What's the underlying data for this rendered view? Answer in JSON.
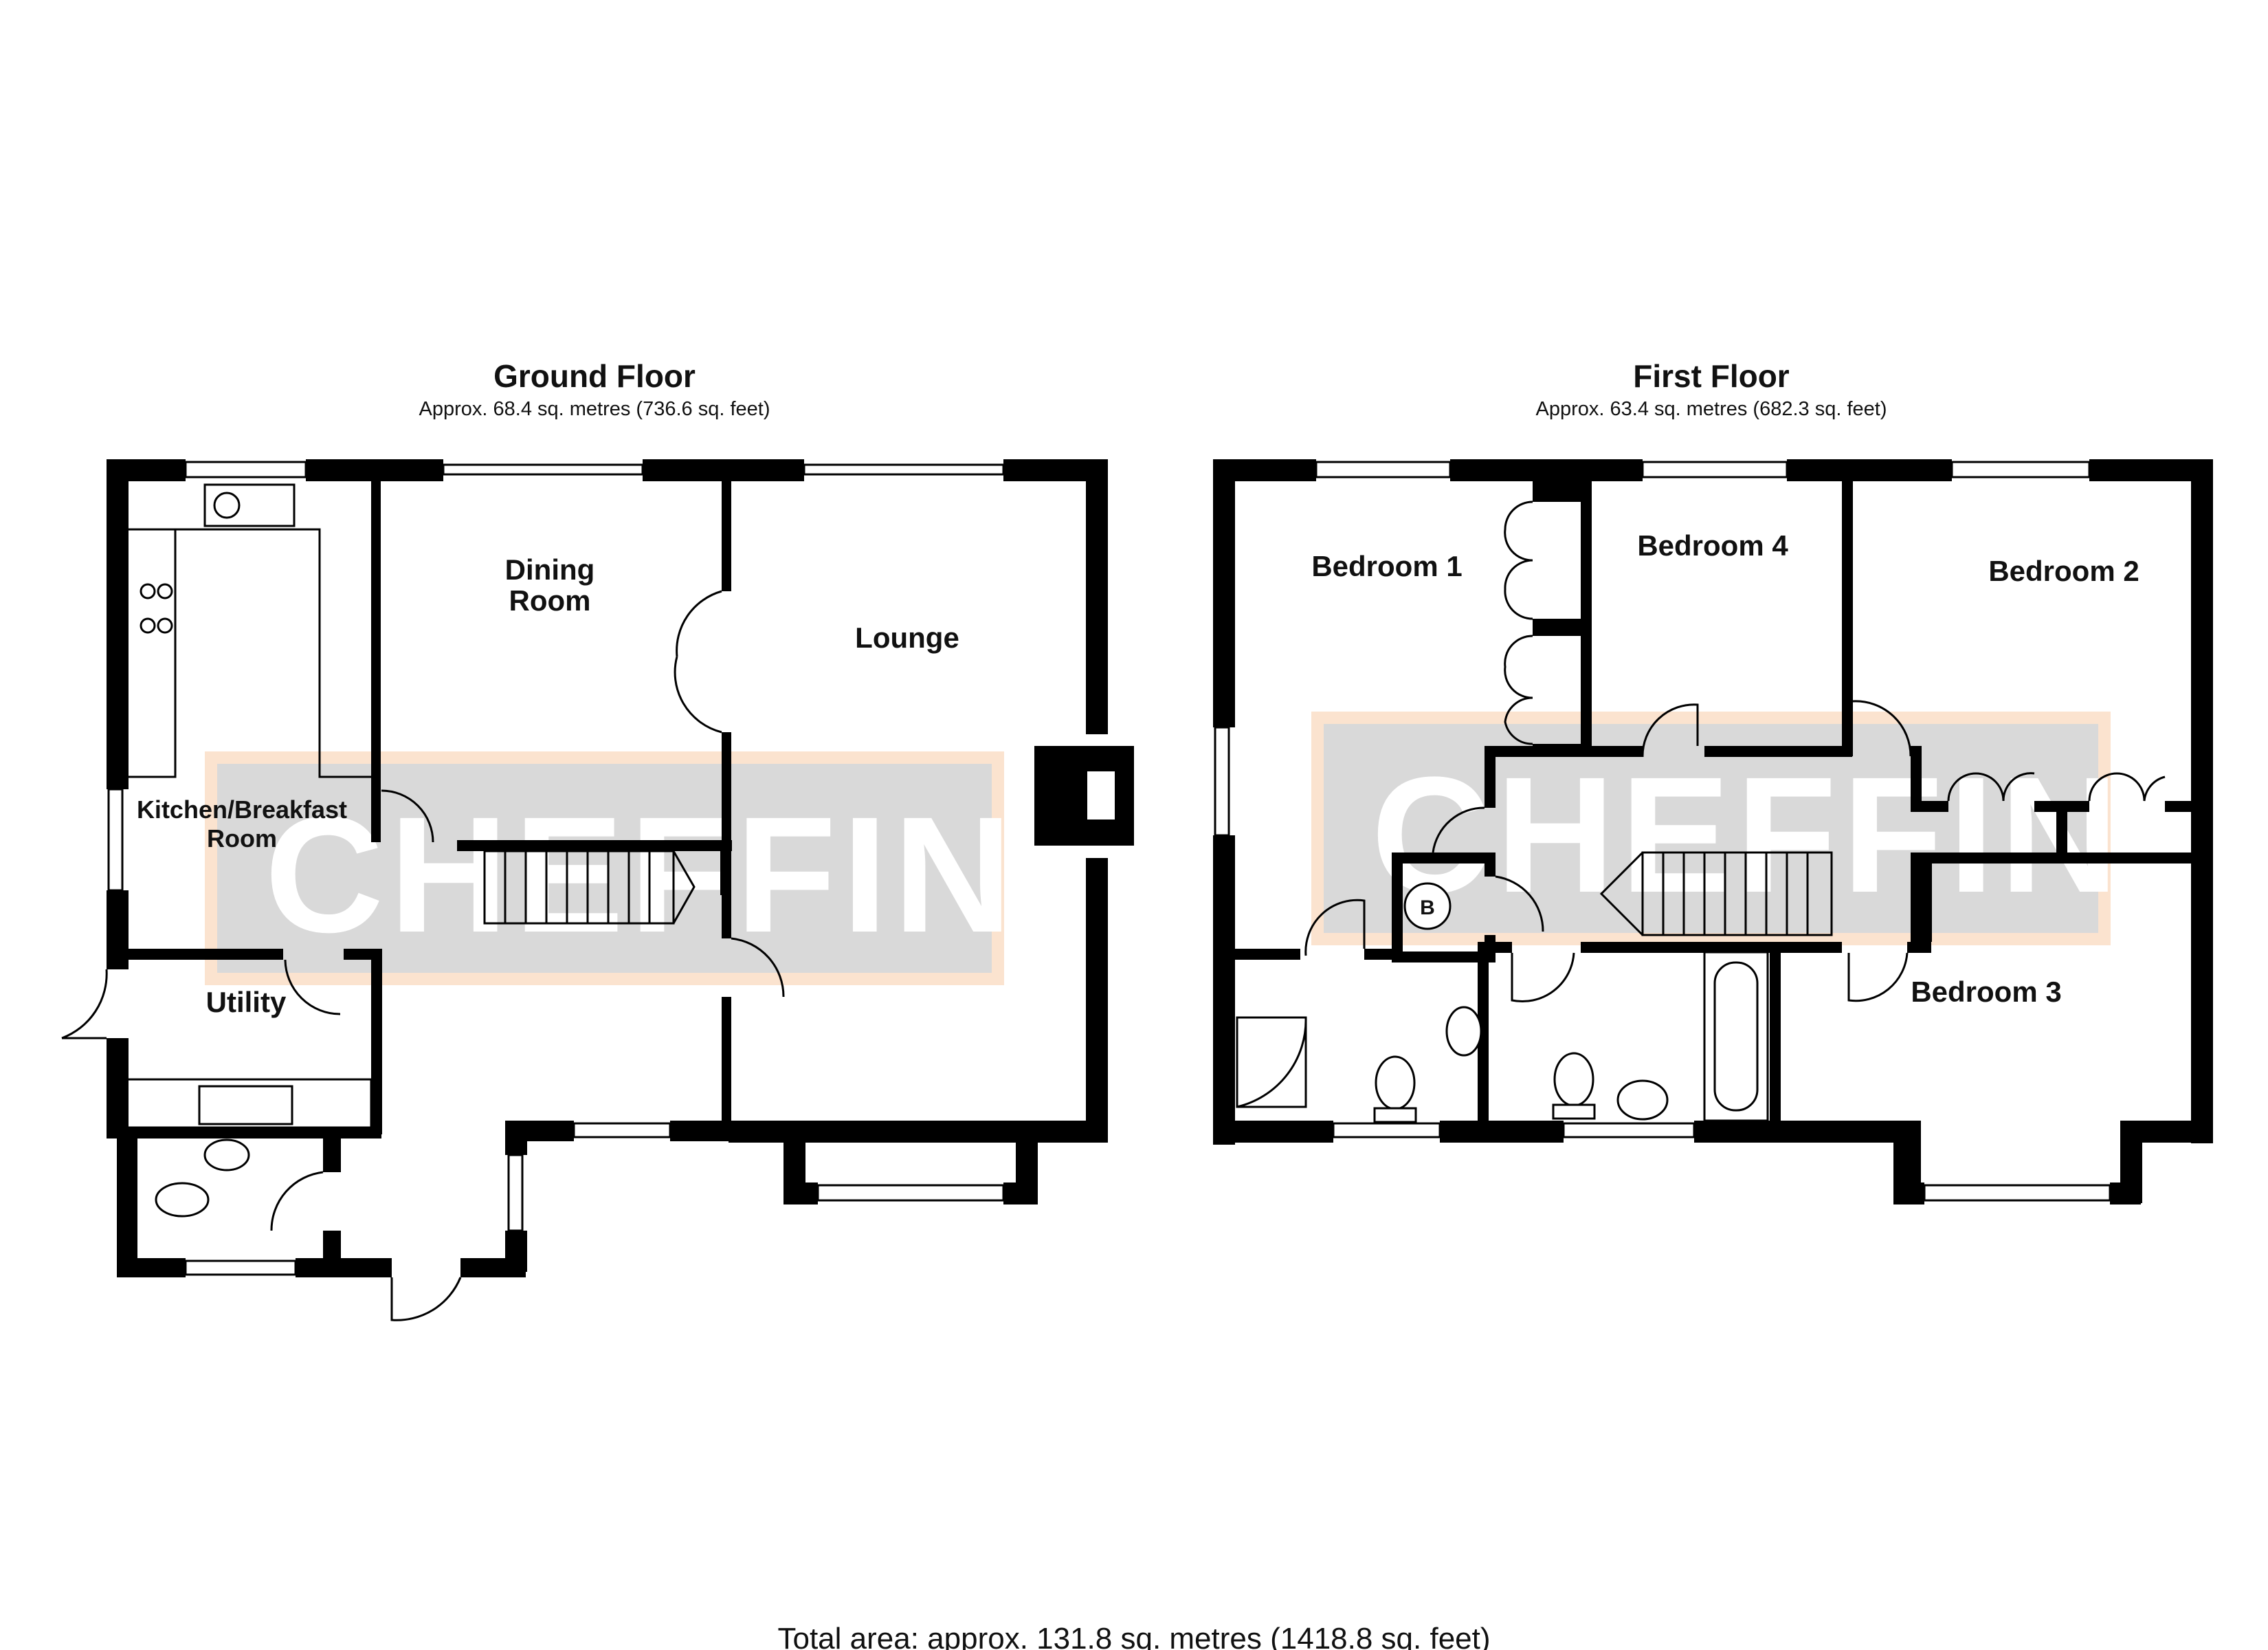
{
  "ground_floor": {
    "title": "Ground Floor",
    "area": "Approx. 68.4 sq. metres (736.6 sq. feet)",
    "rooms": {
      "kitchen_line1": "Kitchen/Breakfast",
      "kitchen_line2": "Room",
      "dining_line1": "Dining",
      "dining_line2": "Room",
      "lounge": "Lounge",
      "utility": "Utility"
    }
  },
  "first_floor": {
    "title": "First Floor",
    "area": "Approx. 63.4 sq. metres (682.3 sq. feet)",
    "rooms": {
      "bedroom1": "Bedroom 1",
      "bedroom2": "Bedroom 2",
      "bedroom3": "Bedroom 3",
      "bedroom4": "Bedroom 4",
      "boiler": "B"
    }
  },
  "watermark": "CHEFFINS",
  "total_area": "Total area: approx. 131.8 sq. metres (1418.8 sq. feet)",
  "colors": {
    "wall": "#000000",
    "watermark_bg": "#d9d9d9",
    "watermark_border": "#fbe3cf"
  }
}
